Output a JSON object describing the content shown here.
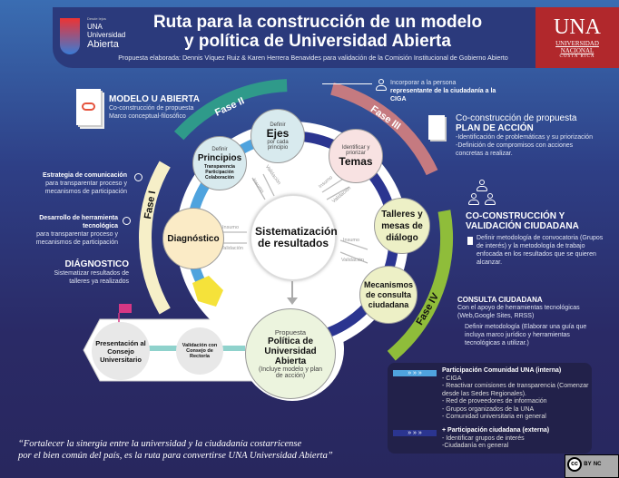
{
  "header": {
    "logo_small": "Desde lejos",
    "logo_una": "UNA",
    "logo_univ": "Universidad",
    "logo_abierta": "Abierta",
    "title_line1": "Ruta para la construcción de un modelo",
    "title_line2": "y política de Universidad Abierta",
    "subtitle": "Propuesta elaborada: Dennis Víquez Ruiz &  Karen Herrera Benavides para validación de la Comisión Institucional de Gobierno Abierto",
    "una_logo": "UNA",
    "una_l2": "UNIVERSIDAD",
    "una_l3": "NACIONAL",
    "una_l4": "COSTA RICA"
  },
  "phases": {
    "f1": "Fase I",
    "f2": "Fase II",
    "f3": "Fase III",
    "f4": "Fase IV"
  },
  "nodes": {
    "diagnostico": "Diagnóstico",
    "principios_pre": "Definir",
    "principios": "Principios",
    "principios_sub": "Transparencia Participación Colaboración",
    "ejes_pre": "Definir",
    "ejes": "Ejes",
    "ejes_sub": "por cada principio",
    "temas_pre": "Identificar y priorizar",
    "temas": "Temas",
    "talleres": "Talleres y mesas de diálogo",
    "mecanismos": "Mecanismos de consulta ciudadana",
    "centro": "Sistematización de resultados",
    "propuesta_pre": "Propuesta",
    "propuesta": "Política de Universidad Abierta",
    "propuesta_sub": "(Incluye modelo y plan de acción)",
    "validacion": "Validación con Consejo de Rectoría",
    "presentacion": "Presentación al Consejo Universitario"
  },
  "arrows": {
    "insumo": "Insumo",
    "validacion": "Validación"
  },
  "left": {
    "modelo_title": "MODELO U ABIERTA",
    "modelo_l1": "Co-construcción de propuesta",
    "modelo_l2": "Marco conceptual-filosófico",
    "estrategia_title": "Estrategia de comunicación",
    "estrategia_text": "para transparentar proceso y mecanismos de participación",
    "desarrollo_title": "Desarrollo de herramienta tecnológica",
    "desarrollo_text": "para transparentar proceso y mecanismos de participación",
    "diag_title": "DIÁGNOSTICO",
    "diag_text": "Sistematizar resultados de talleres ya realizados"
  },
  "right": {
    "incorporar_l1": "Incorporar a la persona",
    "incorporar_l2": "representante de la ciudadanía a la CIGA",
    "plan_l1": "Co-construcción de propuesta",
    "plan_title": "PLAN DE ACCIÓN",
    "plan_b1": "-Identificación de problemáticas y su priorización",
    "plan_b2": "-Definición de compromisos con acciones concretas a realizar.",
    "cocon_title": "CO-CONSTRUCCIÓN Y VALIDACIÓN CIUDADANA",
    "cocon_text": "Definir metodología de convocatoria (Grupos de interés) y la metodología de trabajo enfocada en los resultados que se quieren alcanzar.",
    "consulta_title": "CONSULTA CIUDADANA",
    "consulta_text": "Con el apoyo de herramientas tecnológicas (Web,Google Sites, RRSS)",
    "consulta_def": "Definir metodología (Elaborar una guía que incluya marco jurídico y herramientas tecnológicas a utilizar.)"
  },
  "legend": {
    "internal_title": "Participación Comunidad UNA (interna)",
    "internal_items": [
      "- CIGA",
      "- Reactivar comisiones de transparencia (Comenzar desde las Sedes Regionales).",
      "- Red de proveedores de información",
      "- Grupos organizados de la UNA",
      "- Comunidad universitaria en general"
    ],
    "external_title": "+ Participación ciudadana (externa)",
    "external_items": [
      "- Identificar grupos de interés",
      "-Ciudadanía en general"
    ],
    "internal_color": "#4fa3de",
    "external_color": "#2b3590"
  },
  "quote": {
    "l1": "“Fortalecer la sinergia entre la universidad y la ciudadanía costarricense",
    "l2": "por el bien común del país, es la ruta para convertirse UNA Universidad Abierta”"
  },
  "license": {
    "cc": "cc",
    "by": "BY",
    "nc": "NC"
  },
  "colors": {
    "fase1": "#f6efc8",
    "fase2": "#2f9a8a",
    "fase3": "#c57a80",
    "fase4": "#8fbd3a",
    "header": "#2b3a7c",
    "una_red": "#b1282c"
  }
}
